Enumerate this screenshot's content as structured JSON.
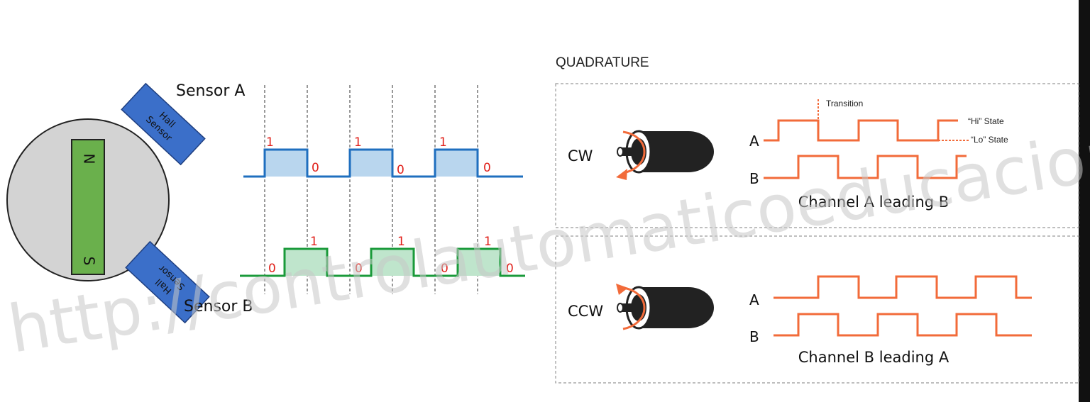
{
  "left": {
    "sensor_a_label": "Sensor A",
    "sensor_b_label": "Sensor B",
    "hall_sensor_top": [
      "Hall",
      "Sensor"
    ],
    "hall_sensor_bottom": [
      "Hall",
      "Sensor"
    ],
    "magnet_north": "N",
    "magnet_south": "S",
    "signal_a_levels": [
      "1",
      "0",
      "1",
      "0",
      "1",
      "0"
    ],
    "signal_b_levels": [
      "0",
      "1",
      "0",
      "1",
      "0",
      "1",
      "0"
    ]
  },
  "right": {
    "title": "QUADRATURE",
    "cw": {
      "direction": "CW",
      "channel_a": "A",
      "channel_b": "B",
      "caption": "Channel A leading B",
      "transition_label": "Transition",
      "hi_state": "“Hi” State",
      "lo_state": "“Lo” State"
    },
    "ccw": {
      "direction": "CCW",
      "channel_a": "A",
      "channel_b": "B",
      "caption": "Channel B leading A"
    }
  },
  "watermark": "http://controlautomaticoeducacion.com/",
  "colors": {
    "blue_signal": "#1f6fbf",
    "blue_fill": "#b9d6ee",
    "green_signal": "#1a9a3a",
    "green_fill": "#bfe5cc",
    "orange": "#f26b3a",
    "hall_blue": "#3b6fc9",
    "magnet_green": "#6ab04c",
    "disc_gray": "#d3d3d3",
    "level_red": "#e0201a"
  }
}
